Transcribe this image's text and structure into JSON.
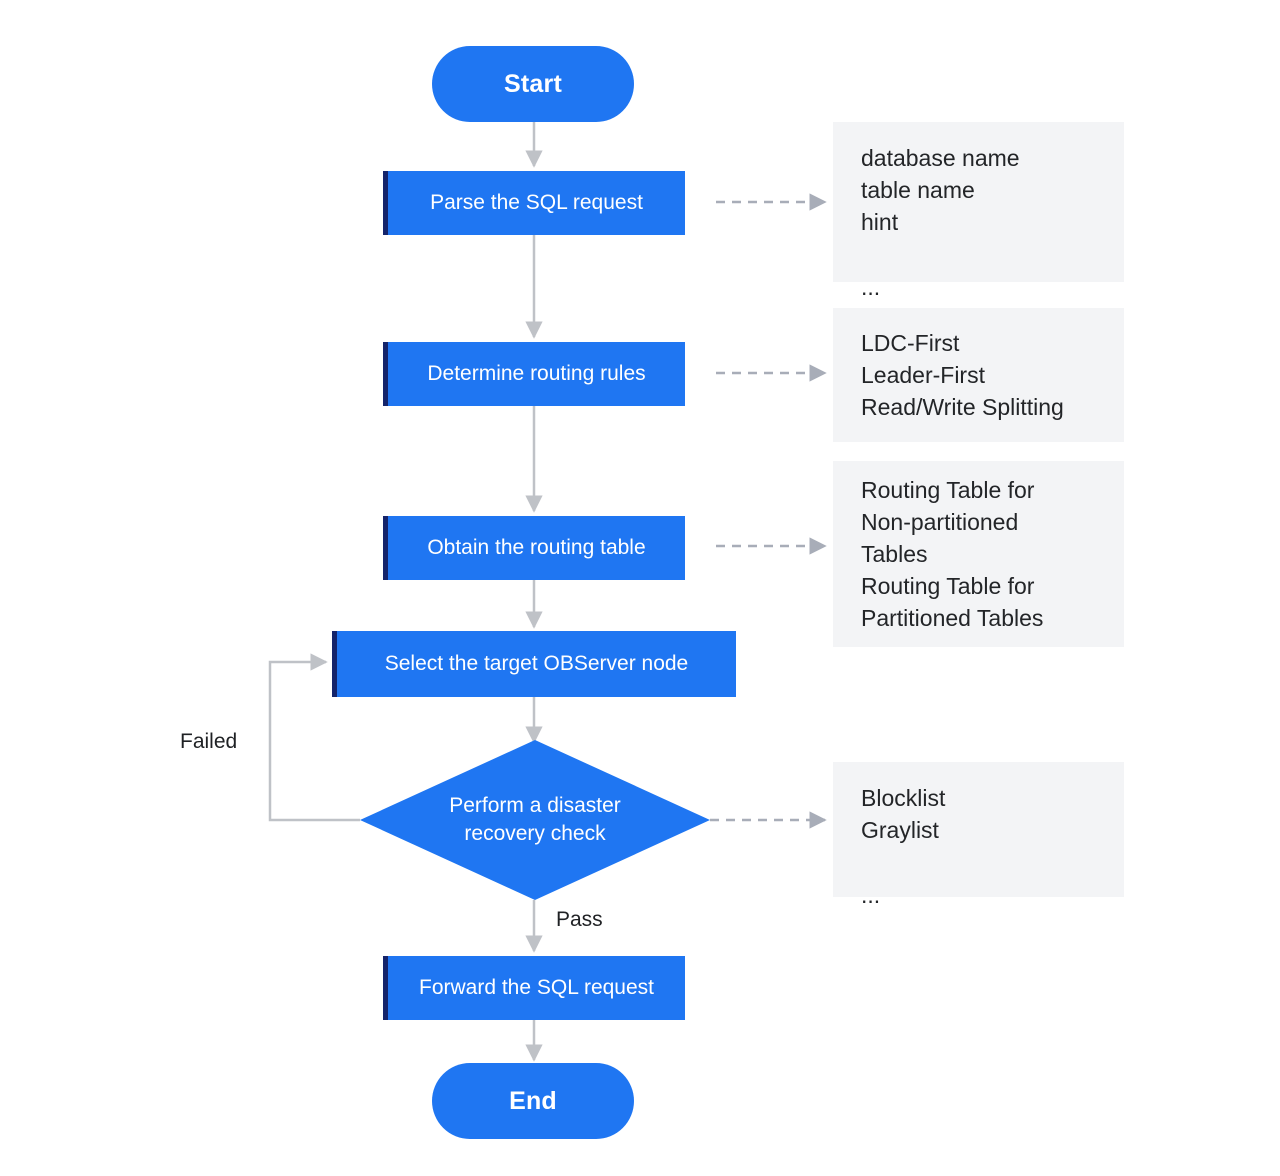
{
  "diagram": {
    "title": "SQL request routing flowchart",
    "colors": {
      "node_fill": "#1f76f2",
      "node_accent": "#14246b",
      "node_text": "#ffffff",
      "note_fill": "#f3f4f6",
      "note_text": "#232528",
      "connector": "#bfc2c7",
      "dashed_connector": "#a8adb8",
      "label_text": "#1f2124",
      "background": "#ffffff"
    }
  },
  "nodes": {
    "start": {
      "label": "Start",
      "type": "terminator"
    },
    "parse": {
      "label": "Parse the SQL request",
      "type": "process"
    },
    "routing_rules": {
      "label": "Determine routing rules",
      "type": "process"
    },
    "routing_table": {
      "label": "Obtain the routing table",
      "type": "process"
    },
    "select_node": {
      "label": "Select the target OBServer node",
      "type": "process"
    },
    "disaster_check": {
      "label": "Perform a disaster\nrecovery check",
      "type": "decision"
    },
    "forward": {
      "label": "Forward the SQL request",
      "type": "process"
    },
    "end": {
      "label": "End",
      "type": "terminator"
    }
  },
  "notes": {
    "parse_note": {
      "text": "database name\ntable name\nhint\n\n...",
      "items": [
        "database name",
        "table name",
        "hint",
        "..."
      ]
    },
    "routing_rules_note": {
      "text": "LDC-First\nLeader-First\nRead/Write Splitting",
      "items": [
        "LDC-First",
        "Leader-First",
        "Read/Write Splitting"
      ]
    },
    "routing_table_note": {
      "text": "Routing Table for\nNon-partitioned\nTables\nRouting Table for\nPartitioned Tables",
      "items": [
        "Routing Table for Non-partitioned Tables",
        "Routing Table for Partitioned Tables"
      ]
    },
    "disaster_check_note": {
      "text": "Blocklist\nGraylist\n\n...",
      "items": [
        "Blocklist",
        "Graylist",
        "..."
      ]
    }
  },
  "edges": {
    "failed_label": "Failed",
    "pass_label": "Pass"
  }
}
